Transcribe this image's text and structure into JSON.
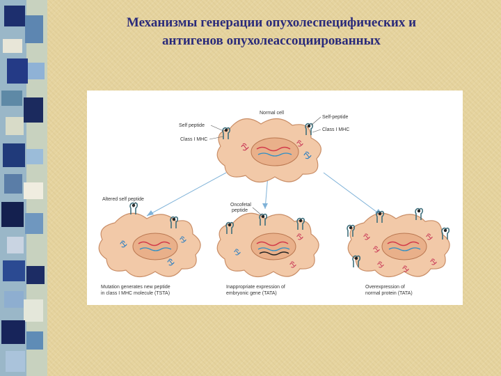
{
  "slide": {
    "title_line1": "Механизмы генерации опухолеспецифических и",
    "title_line2": "антигенов опухолеассоциированных"
  },
  "diagram": {
    "normal_cell": "Normal cell",
    "self_peptide_left": "Self peptide",
    "class_mhc_left": "Class I MHC",
    "self_peptide_right": "Self-peptide",
    "class_mhc_right": "Class I MHC",
    "altered_self_peptide": "Altered self peptide",
    "oncofetal_line1": "Oncofetal",
    "oncofetal_line2": "peptide",
    "caption_left_line1": "Mutation generates new peptide",
    "caption_left_line2": "in class I MHC molecule (TSTA)",
    "caption_mid_line1": "Inappropriate expression of",
    "caption_mid_line2": "embryonic gene (TATA)",
    "caption_right_line1": "Overexpression of",
    "caption_right_line2": "normal protein (TATA)"
  },
  "colors": {
    "cell": "#f2c9a8",
    "cell_edge": "#c98d66",
    "nucleus": "#e9b08a",
    "mhc": "#6a9aa6",
    "peptide_red": "#d23a4a",
    "peptide_blue": "#2d8fc7",
    "title": "#2b2b7a",
    "background": "#e6d49f"
  }
}
